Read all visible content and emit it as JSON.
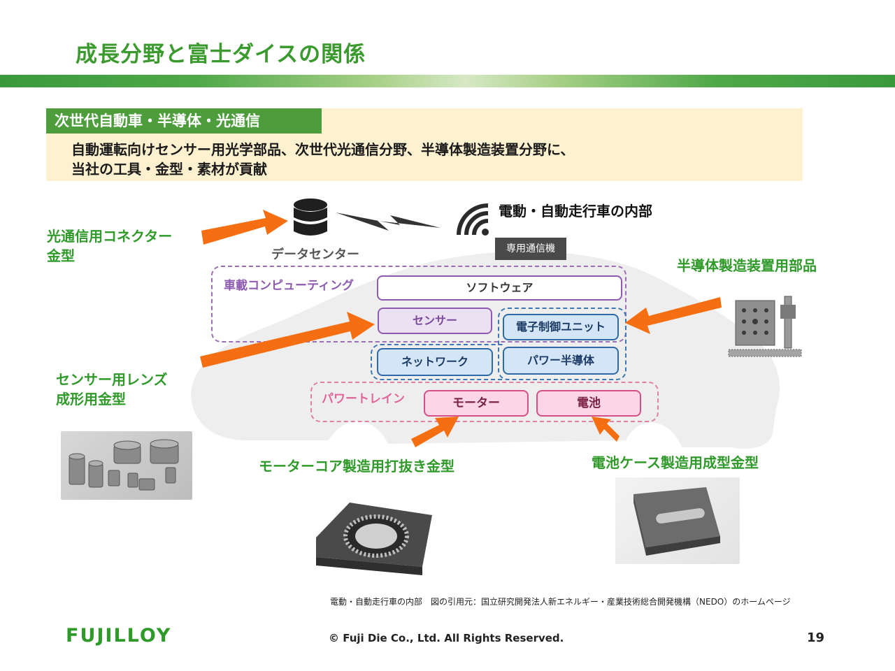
{
  "title": "成長分野と富士ダイスの関係",
  "summary": {
    "tag": "次世代自動車・半導体・光通信",
    "line1": "自動運転向けセンサー用光学部品、次世代光通信分野、半導体製造装置分野に、",
    "line2": "当社の工具・金型・素材が貢献"
  },
  "labels": {
    "optical_connector_line1": "光通信用コネクター",
    "optical_connector_line2": "金型",
    "sensor_lens_line1": "センサー用レンズ",
    "sensor_lens_line2": "成形用金型",
    "semiconductor": "半導体製造装置用部品",
    "motor_core": "モーターコア製造用打抜き金型",
    "battery_case": "電池ケース製造用成型金型"
  },
  "diagram": {
    "heading": "電動・自動走行車の内部",
    "datacenter": "データセンター",
    "comm_device": "専用通信機",
    "computing_group": "車載コンピューティング",
    "software": "ソフトウェア",
    "sensor": "センサー",
    "ecu": "電子制御ユニット",
    "network": "ネットワーク",
    "power_semi": "パワー半導体",
    "powertrain_group": "パワートレイン",
    "motor": "モーター",
    "battery": "電池"
  },
  "footer": {
    "note": "電動・自動走行車の内部　図の引用元：国立研究開発法人新エネルギー・産業技術総合開発機構（NEDO）のホームページ",
    "copyright": "© Fuji Die Co., Ltd. All Rights Reserved.",
    "page": "19",
    "logo": "FUJILLOY"
  },
  "colors": {
    "green": "#2f9a2a",
    "arrow": "#f56f12",
    "purple": "#8e5bb0",
    "blue": "#2f6aa8",
    "pink": "#d74f87"
  }
}
